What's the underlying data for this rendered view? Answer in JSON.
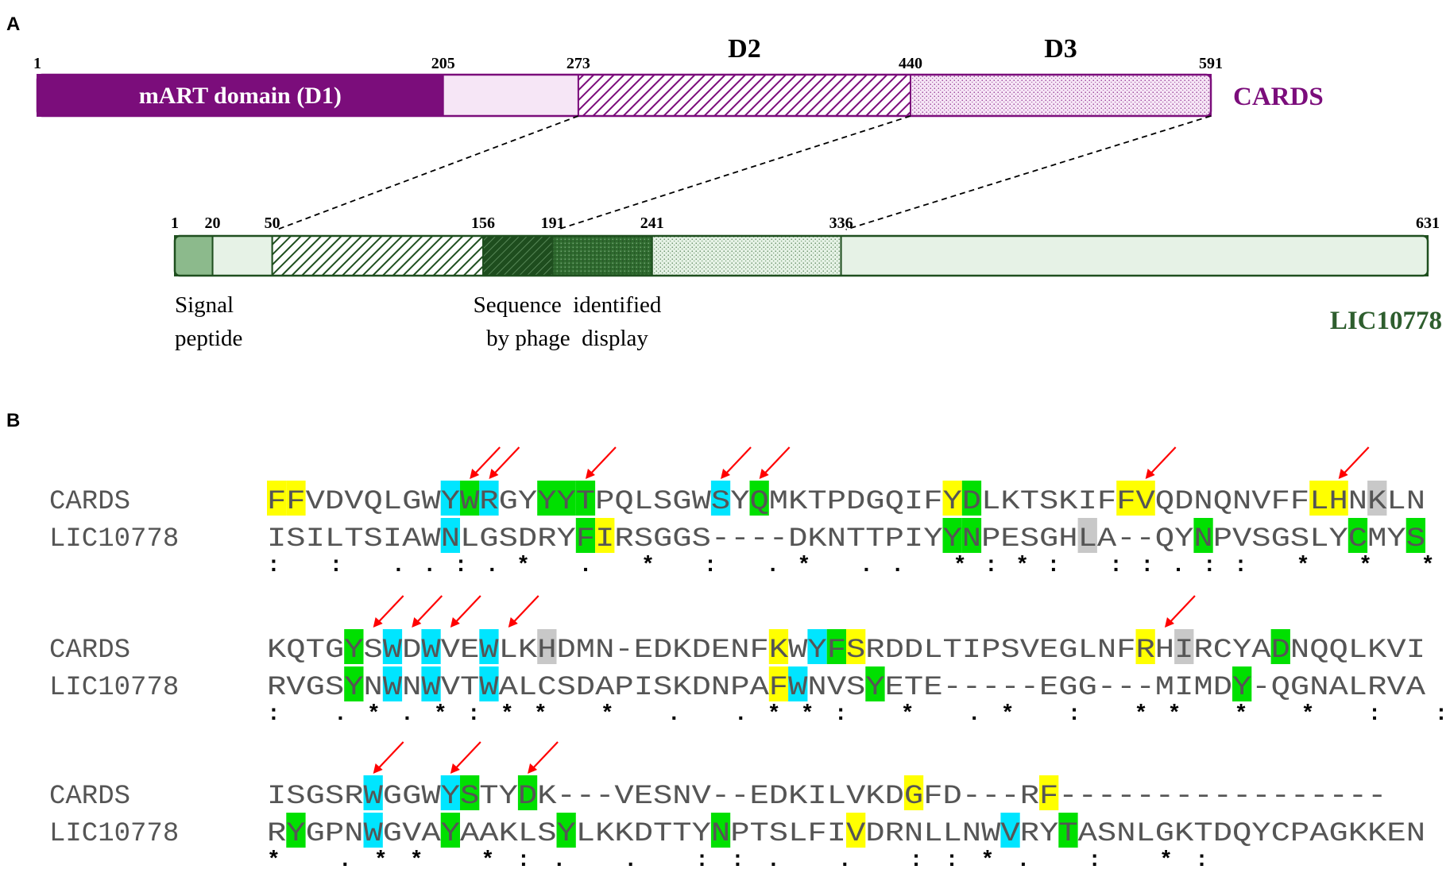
{
  "panel_a": {
    "label": "A",
    "cards": {
      "name": "CARDS",
      "color": "#7b0d7b",
      "total": 591,
      "domains": [
        {
          "id": "mart",
          "start": 1,
          "end": 205,
          "label": "mART domain (D1)",
          "style": "solid"
        },
        {
          "id": "linker",
          "start": 205,
          "end": 273,
          "label": "",
          "style": "light"
        },
        {
          "id": "d2",
          "start": 273,
          "end": 440,
          "label": "D2",
          "style": "hatch"
        },
        {
          "id": "d3",
          "start": 440,
          "end": 591,
          "label": "D3",
          "style": "dots"
        }
      ],
      "ticks": [
        "1",
        "205",
        "273",
        "440",
        "591"
      ]
    },
    "lic": {
      "name": "LIC10778",
      "color": "#2e5e2e",
      "total": 631,
      "segments": [
        {
          "start": 1,
          "end": 20,
          "style": "signal"
        },
        {
          "start": 20,
          "end": 50,
          "style": "light"
        },
        {
          "start": 50,
          "end": 156,
          "style": "hatch"
        },
        {
          "start": 156,
          "end": 191,
          "style": "darkhatch"
        },
        {
          "start": 191,
          "end": 241,
          "style": "darkdots"
        },
        {
          "start": 241,
          "end": 336,
          "style": "dots"
        },
        {
          "start": 336,
          "end": 631,
          "style": "light"
        }
      ],
      "ticks": [
        "1",
        "20",
        "50",
        "156",
        "191",
        "241",
        "336",
        "631"
      ],
      "signal_label": [
        "Signal",
        "peptide"
      ],
      "phage_label": [
        "Sequence  identified",
        "by phage  display"
      ]
    }
  },
  "panel_b": {
    "label": "B",
    "colors": {
      "aromatic_yellow": "#ffff00",
      "tyr_green": "#00e000",
      "trp_cyan": "#00e5ff",
      "his_gray": "#c8c8c8",
      "arrow_red": "#ff0000"
    },
    "blocks": [
      {
        "rows": [
          {
            "name": "CARDS",
            "seq": "FFVDVQLGWYWRGYYYTPQLSGWSYQMKTPDGQIFYDLKTSKIFFVQDNQNVFFLHNKLN"
          },
          {
            "name": "LIC10778",
            "seq": "ISILTSIAWNLGSDRYFIRSGGS----DKNTTPIYYNPESGHLA--QYNPVSGSLYCMYS"
          }
        ],
        "consensus": ": :  ..:.*     .  *  : .*        ..      *:*: ::.::     * *      *:   ."
      },
      {
        "rows": [
          {
            "name": "CARDS",
            "seq": "KQTGYSWDWVEWLKHDMN-EDKDENFKWYFSRDDLTIPSVEGLNFRHIRCYADNQQLKVI"
          },
          {
            "name": "LIC10778",
            "seq": "RVGSYNWNWVTWALCSDAPISKDNPAFWNVSYETE-----EGG---MIMDY-QGNALRVA"
          }
        ],
        "consensus": ":   .*.*:** *     .      .**:     *  .* :         **       *   *  : :  *:*"
      },
      {
        "rows": [
          {
            "name": "CARDS",
            "seq": "ISGSRWGGWYSTYDK---VESNV--EDKILVKDGFD---RF-----------------"
          },
          {
            "name": "LIC10778",
            "seq": "RYGPNWGVAYAAKLSYLKKDTTYNPTSLFIVDRNLLNWVRYTASNLGKTDQYCPAGKKEN"
          }
        ],
        "consensus": " *   .**   *:.   .      ::.      .  ::*.    :      *:"
      }
    ]
  }
}
